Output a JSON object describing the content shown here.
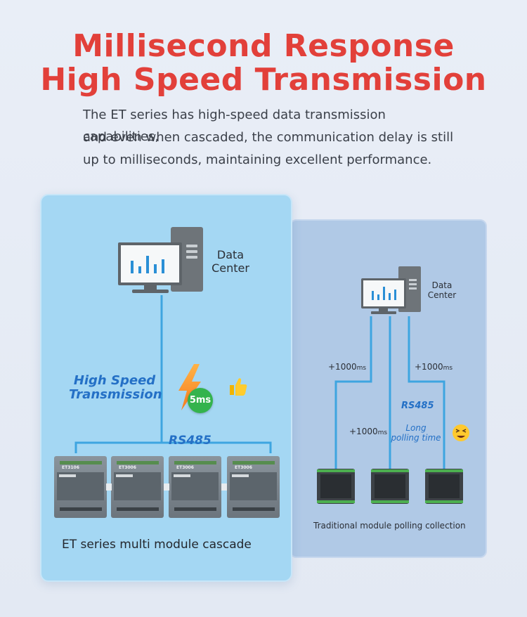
{
  "title": {
    "line1": "Millisecond Response",
    "line2": "High Speed Transmission"
  },
  "description": [
    "The ET series has high-speed data transmission capabilities,",
    "and even when cascaded, the communication delay is still",
    "up to milliseconds, maintaining excellent performance."
  ],
  "left_panel": {
    "data_center": [
      "Data",
      "Center"
    ],
    "speed_label": [
      "High Speed",
      "Transmission"
    ],
    "delay_badge": "5ms",
    "bus_label": "RS485",
    "module_labels": [
      "ET3106",
      "ET3006",
      "ET3006",
      "ET3006"
    ],
    "caption": "ET series multi module cascade",
    "thumb_icon": "thumbs-up-icon",
    "bolt_icon": "lightning-bolt-icon"
  },
  "right_panel": {
    "data_center": [
      "Data",
      "Center"
    ],
    "delays": [
      "+1000",
      "+1000",
      "+1000"
    ],
    "delay_unit": "ms",
    "bus_label": "RS485",
    "polling_label": [
      "Long",
      "polling time"
    ],
    "caption": "Traditional module polling collection",
    "emoji_icon": "tired-face-icon"
  },
  "colors": {
    "title": "#e2403a",
    "accent_blue": "#2470c6",
    "line_blue": "#3ea5e0",
    "badge_green": "#34b34d",
    "left_panel": "#a4d7f3",
    "right_panel": "#b0c9e6"
  }
}
